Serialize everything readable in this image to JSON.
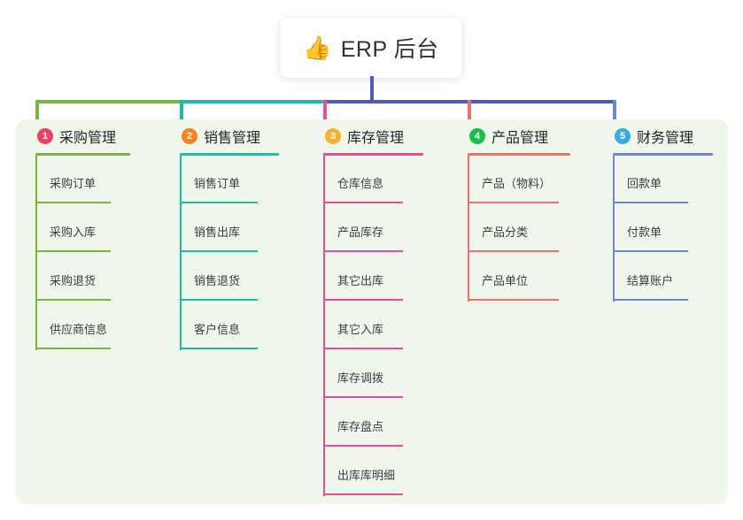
{
  "root": {
    "emoji": "👍",
    "emoji_name": "thumbs-up-icon",
    "title": "ERP 后台"
  },
  "connector": {
    "root_line_color": "#4f57cf",
    "segments": [
      {
        "color": "#7cb342"
      },
      {
        "color": "#16bfa6"
      },
      {
        "color": "#4f57cf"
      }
    ]
  },
  "panel": {
    "background": "#eef7ea"
  },
  "columns": [
    {
      "number": "1",
      "title": "采购管理",
      "badge_color": "#ed3f66",
      "line_color": "#7cb342",
      "rule_width": 107,
      "item_underline_width": 85,
      "items": [
        {
          "label": "采购订单"
        },
        {
          "label": "采购入库"
        },
        {
          "label": "采购退货"
        },
        {
          "label": "供应商信息"
        }
      ]
    },
    {
      "number": "2",
      "title": "销售管理",
      "badge_color": "#f5821f",
      "line_color": "#16bfa6",
      "rule_width": 112,
      "item_underline_width": 88,
      "items": [
        {
          "label": "销售订单"
        },
        {
          "label": "销售出库"
        },
        {
          "label": "销售退货"
        },
        {
          "label": "客户信息"
        }
      ]
    },
    {
      "number": "3",
      "title": "库存管理",
      "badge_color": "#f7b32b",
      "line_color": "#ea4c9a",
      "rule_width": 113,
      "item_underline_width": 90,
      "items": [
        {
          "label": "仓库信息"
        },
        {
          "label": "产品库存"
        },
        {
          "label": "其它出库"
        },
        {
          "label": "其它入库"
        },
        {
          "label": "库存调拨"
        },
        {
          "label": "库存盘点"
        },
        {
          "label": "出库库明细"
        }
      ]
    },
    {
      "number": "4",
      "title": "产品管理",
      "badge_color": "#1bbf4e",
      "line_color": "#f2706a",
      "rule_width": 116,
      "item_underline_width": 103,
      "items": [
        {
          "label": "产品（物料）"
        },
        {
          "label": "产品分类"
        },
        {
          "label": "产品单位"
        }
      ]
    },
    {
      "number": "5",
      "title": "财务管理",
      "badge_color": "#3aa7e8",
      "line_color": "#6f86d6",
      "rule_width": 113,
      "item_underline_width": 85,
      "items": [
        {
          "label": "回款单"
        },
        {
          "label": "付款单"
        },
        {
          "label": "结算账户"
        }
      ]
    }
  ]
}
